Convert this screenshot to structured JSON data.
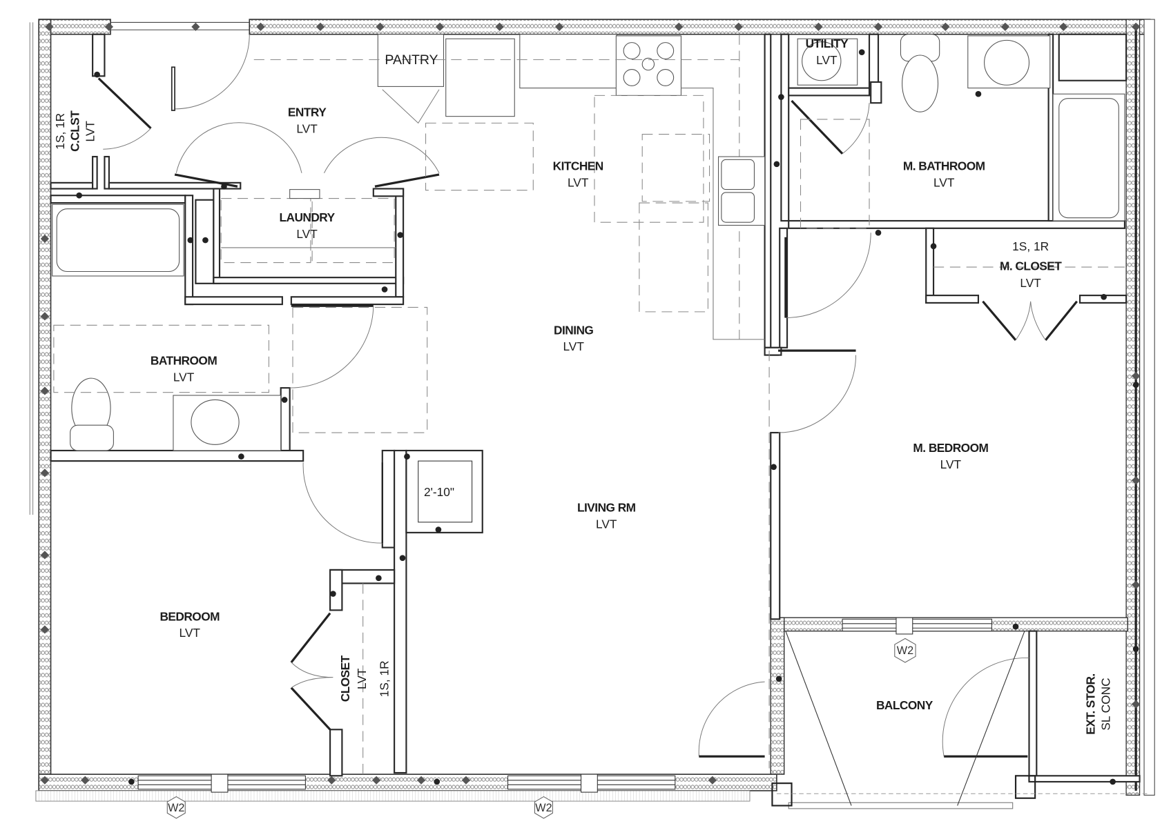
{
  "plan": {
    "type": "architectural-floor-plan",
    "rooms": [
      {
        "id": "entry",
        "name": "ENTRY",
        "floor": "LVT"
      },
      {
        "id": "pantry",
        "name": "PANTRY"
      },
      {
        "id": "kitchen",
        "name": "KITCHEN",
        "floor": "LVT"
      },
      {
        "id": "laundry",
        "name": "LAUNDRY",
        "floor": "LVT"
      },
      {
        "id": "coat-closet",
        "name": "C.CLST",
        "floor": "LVT",
        "note": "1S, 1R"
      },
      {
        "id": "bathroom",
        "name": "BATHROOM",
        "floor": "LVT"
      },
      {
        "id": "dining",
        "name": "DINING",
        "floor": "LVT"
      },
      {
        "id": "living",
        "name": "LIVING RM",
        "floor": "LVT"
      },
      {
        "id": "bedroom",
        "name": "BEDROOM",
        "floor": "LVT"
      },
      {
        "id": "closet",
        "name": "CLOSET",
        "floor": "LVT",
        "note": "1S, 1R"
      },
      {
        "id": "utility",
        "name": "UTILITY",
        "floor": "LVT"
      },
      {
        "id": "m-bathroom",
        "name": "M. BATHROOM",
        "floor": "LVT"
      },
      {
        "id": "m-closet",
        "name": "M. CLOSET",
        "floor": "LVT",
        "note": "1S, 1R"
      },
      {
        "id": "m-bedroom",
        "name": "M. BEDROOM",
        "floor": "LVT"
      },
      {
        "id": "balcony",
        "name": "BALCONY"
      },
      {
        "id": "ext-storage",
        "name": "EXT. STOR.",
        "floor": "SL CONC"
      }
    ],
    "dimension": "2'-10\"",
    "window_tags": [
      "W2",
      "W2",
      "W2"
    ]
  }
}
